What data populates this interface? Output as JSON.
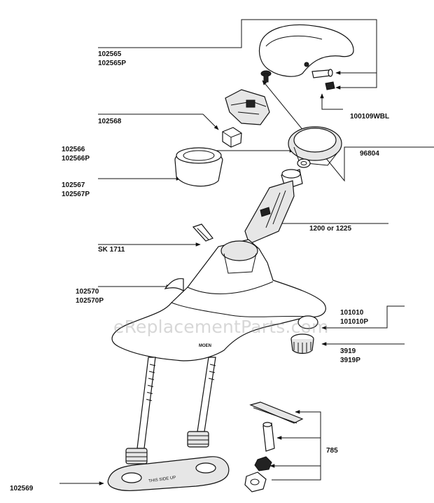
{
  "watermark": "eReplacementParts.com",
  "labels": {
    "p102565": "102565",
    "p102565P": "102565P",
    "p100109WBL": "100109WBL",
    "p102568": "102568",
    "p96804": "96804",
    "p102566": "102566",
    "p102566P": "102566P",
    "p102567": "102567",
    "p102567P": "102567P",
    "p1200or1225": "1200 or 1225",
    "pSK1711": "SK 1711",
    "p102570": "102570",
    "p102570P": "102570P",
    "p101010": "101010",
    "p101010P": "101010P",
    "p3919": "3919",
    "p3919P": "3919P",
    "p785": "785",
    "p102569": "102569",
    "plate_text": "THIS SIDE UP",
    "brand_mark": "MOEN"
  }
}
